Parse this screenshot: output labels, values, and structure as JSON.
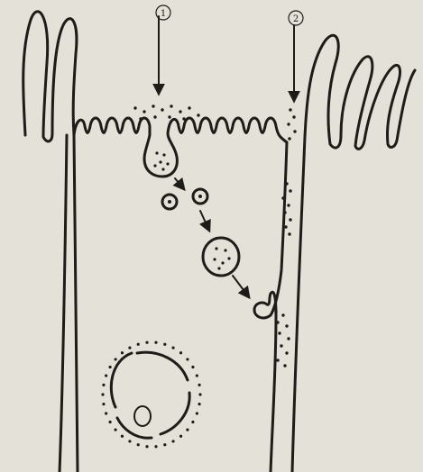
{
  "diagram": {
    "labels": [
      {
        "id": "pathway-1",
        "text": "1"
      },
      {
        "id": "pathway-2",
        "text": "2"
      }
    ],
    "colors": {
      "ink": "#1e1c19",
      "paper": "#e4e1d8"
    }
  }
}
